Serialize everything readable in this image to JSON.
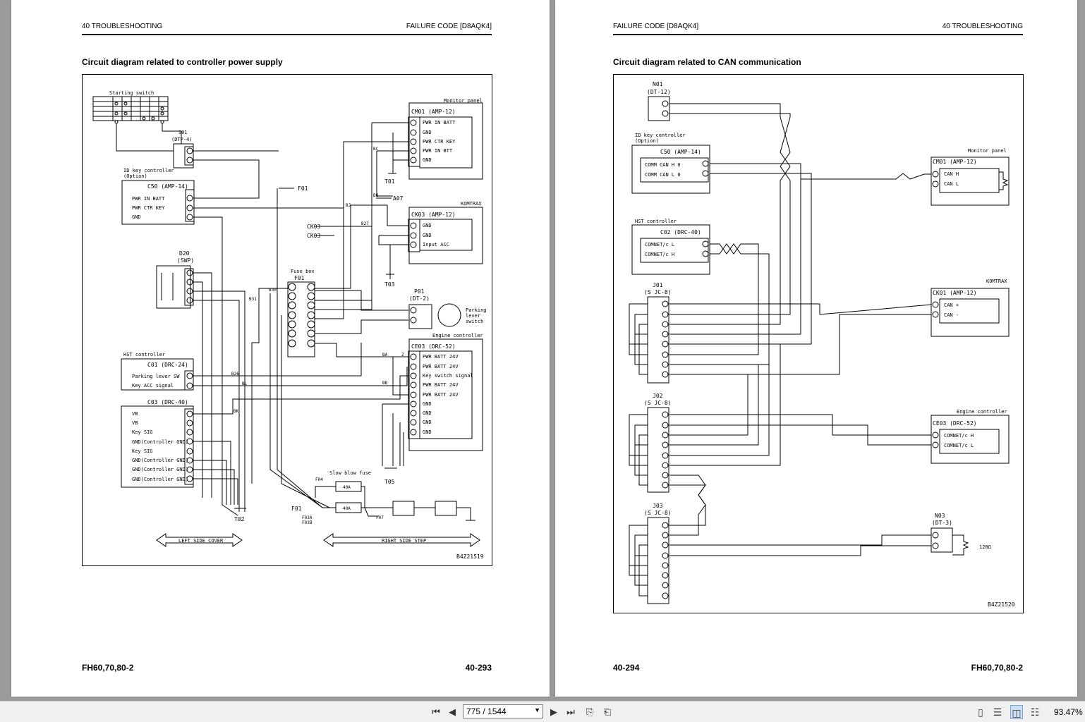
{
  "left_page": {
    "header_left": "40 TROUBLESHOOTING",
    "header_right": "FAILURE CODE [D8AQK4]",
    "section_title": "Circuit diagram related to controller power supply",
    "footer_left": "FH60,70,80-2",
    "footer_right": "40-293",
    "diagram": {
      "figure_code": "B4Z21519",
      "labels": {
        "starting_switch": "Starting switch",
        "s01": "S01",
        "s01_type": "(DTP-4)",
        "id_key": "ID key controller",
        "id_key_opt": "(Option)",
        "c50": "C50 (AMP-14)",
        "c50_r1": "PWR IN BATT",
        "c50_r2": "PWR CTR KEY",
        "c50_r3": "GND",
        "d20": "D20",
        "d20_type": "(SWP)",
        "hst": "HST controller",
        "c01": "C01 (DRC-24)",
        "c01_r1": "Parking lever SW",
        "c01_r2": "Key ACC signal",
        "c03": "C03 (DRC-40)",
        "c03_rows": [
          "VB",
          "VB",
          "Key SIG",
          "GND(Controller GND)",
          "Key SIG",
          "GND(Controller GND)",
          "GND(Controller GND)",
          "GND(Controller GND)"
        ],
        "monitor": "Monitor panel",
        "cm01": "CM01 (AMP-12)",
        "cm01_rows": [
          "PWR IN BATT",
          "GND",
          "PWR CTR KEY",
          "PWR IN BTT",
          "GND"
        ],
        "komtrax": "KOMTRAX",
        "ck03": "CK03 (AMP-12)",
        "ck03_rows": [
          "GND",
          "GND",
          "Input ACC"
        ],
        "engine": "Engine controller",
        "ce03": "CE03 (DRC-52)",
        "ce03_rows": [
          "PWR BATT 24V",
          "PWR BATT 24V",
          "Key switch signal",
          "PWR BATT 24V",
          "PWR BATT 24V",
          "GND",
          "GND",
          "GND",
          "GND"
        ],
        "fusebox": "Fuse box",
        "f01": "F01",
        "p01": "P01",
        "p01_type": "(DT-2)",
        "parking": "Parking",
        "lever": "lever",
        "switch": "switch",
        "slow_blow": "Slow blow fuse",
        "t01": "T01",
        "t02": "T02",
        "t03": "T03",
        "t05": "T05",
        "f01_5b": "F01",
        "a07": "A07",
        "ck03a": "CK03",
        "ck03b": "CK03",
        "f01_2a": "F01",
        "left_cover": "LEFT SIDE COVER",
        "right_step": "RIGHT SIDE STEP",
        "f04": "F04",
        "f07": "F07",
        "f03a": "F03A",
        "f03b": "F03B",
        "w_bc": "BC",
        "w_bn": "BN",
        "w_bj": "BJ",
        "w_b27": "B27",
        "w_b30": "B30",
        "w_b31": "B31",
        "w_b26": "B26",
        "w_bl": "BL",
        "w_bk": "BK",
        "w_ba": "BA",
        "w_bb": "BB",
        "w_z": "Z",
        "a40a": "40A",
        "b40a": "40A"
      }
    }
  },
  "right_page": {
    "header_left": "FAILURE CODE [D8AQK4]",
    "header_right": "40 TROUBLESHOOTING",
    "section_title": "Circuit diagram related to CAN communication",
    "footer_left": "40-294",
    "footer_right": "FH60,70,80-2",
    "diagram": {
      "figure_code": "B4Z21520",
      "labels": {
        "n01": "N01",
        "n01_type": "(DT-12)",
        "id_key": "ID key controller",
        "id_key_opt": "(Option)",
        "c50": "C50 (AMP-14)",
        "c50_r1": "COMM CAN H 0",
        "c50_r2": "COMM CAN L 0",
        "hst": "HST controller",
        "c02": "C02 (DRC-40)",
        "c02_r1": "COMNET/c L",
        "c02_r2": "COMNET/c H",
        "j01": "J01",
        "j02": "J02",
        "j03": "J03",
        "jtype": "(S JC-8)",
        "monitor": "Monitor panel",
        "cm01": "CM01 (AMP-12)",
        "cm01_r1": "CAN H",
        "cm01_r2": "CAN L",
        "komtrax": "KOMTRAX",
        "ck01": "CK01 (AMP-12)",
        "ck01_r1": "CAN +",
        "ck01_r2": "CAN -",
        "engine": "Engine controller",
        "ce03": "CE03 (DRC-52)",
        "ce03_r1": "COMNET/c H",
        "ce03_r2": "COMNET/c L",
        "n03": "N03",
        "n03_type": "(DT-3)",
        "ohm": "120Ω"
      }
    }
  },
  "toolbar": {
    "page_indicator": "775 / 1544",
    "zoom": "93.47%",
    "icons": [
      "first-page-icon",
      "prev-page-icon",
      "next-page-icon",
      "last-page-icon",
      "back-view-icon",
      "forward-view-icon",
      "single-page-icon",
      "continuous-icon",
      "facing-icon",
      "continuous-facing-icon"
    ]
  }
}
